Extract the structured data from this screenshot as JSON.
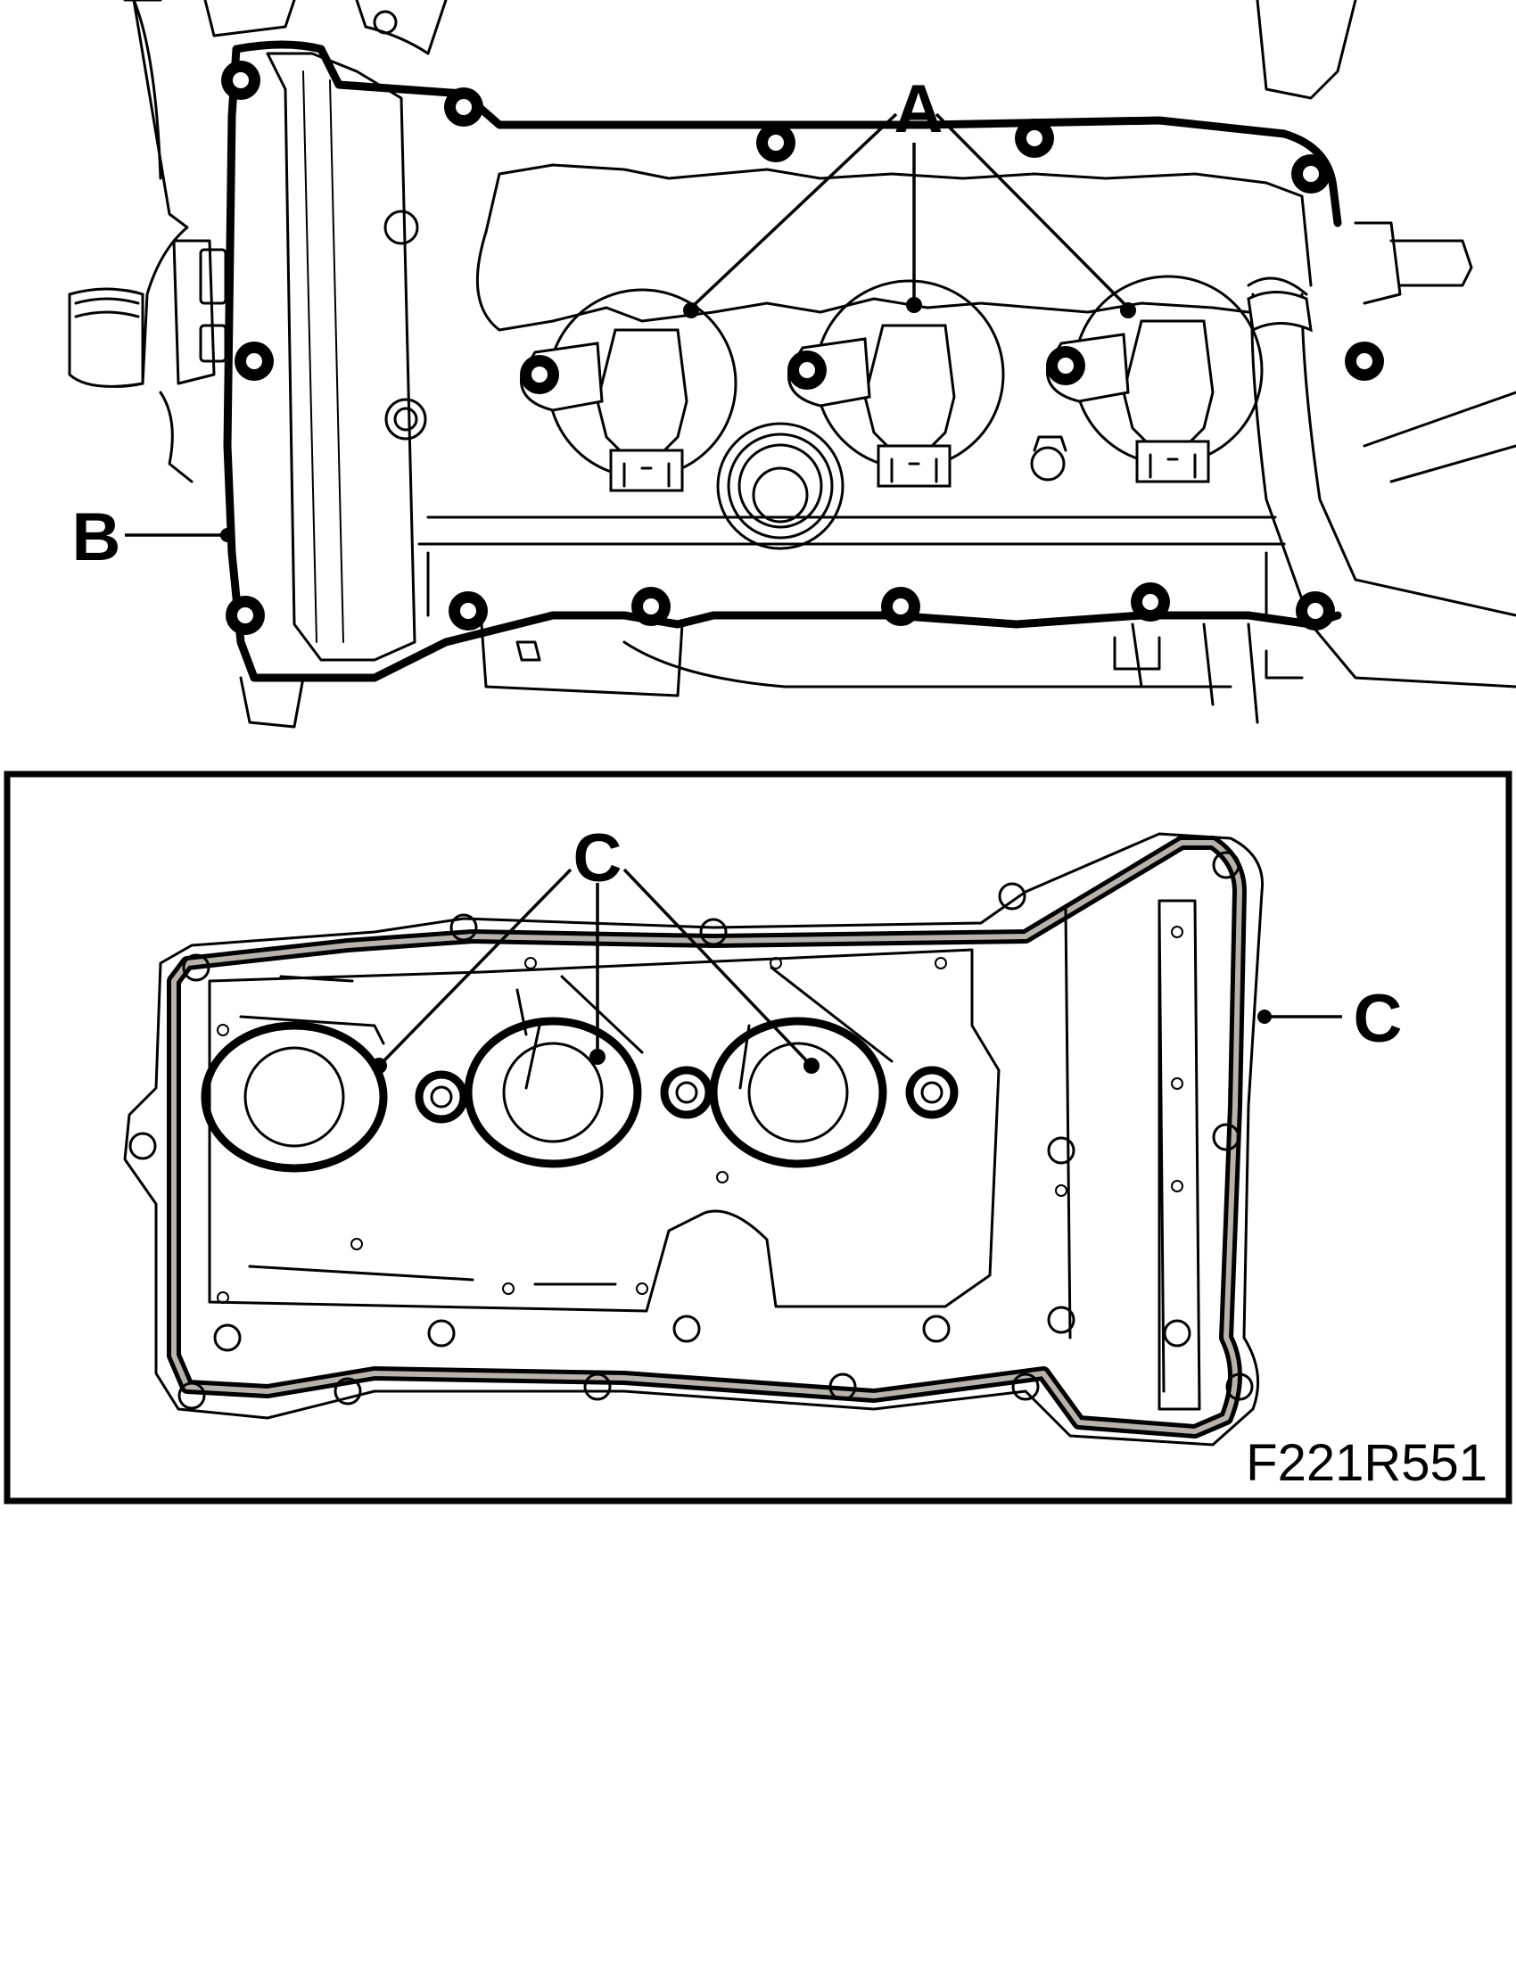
{
  "figure": {
    "id_label": "F221R551",
    "top_view": {
      "callouts": {
        "a": "A",
        "b": "B"
      }
    },
    "bottom_view": {
      "callouts": {
        "c_top": "C",
        "c_right": "C"
      }
    }
  },
  "colors": {
    "line": "#000000",
    "background": "#ffffff",
    "gasket_inner": "#b8b2ac"
  }
}
